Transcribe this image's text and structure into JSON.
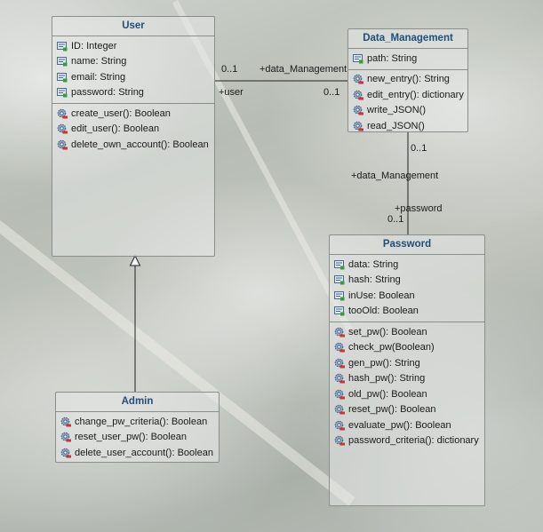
{
  "classes": {
    "user": {
      "name": "User",
      "attributes": [
        "ID: Integer",
        "name: String",
        "email: String",
        "password: String"
      ],
      "methods": [
        "create_user(): Boolean",
        "edit_user(): Boolean",
        "delete_own_account(): Boolean"
      ]
    },
    "data_management": {
      "name": "Data_Management",
      "attributes": [
        "path: String"
      ],
      "methods": [
        "new_entry(): String",
        "edit_entry(): dictionary",
        "write_JSON()",
        "read_JSON()"
      ]
    },
    "password": {
      "name": "Password",
      "attributes": [
        "data: String",
        "hash: String",
        "inUse: Boolean",
        "tooOld: Boolean"
      ],
      "methods": [
        "set_pw(): Boolean",
        "check_pw(Boolean)",
        "gen_pw(): String",
        "hash_pw(): String",
        "old_pw(): Boolean",
        "reset_pw(): Boolean",
        "evaluate_pw(): Boolean",
        "password_criteria(): dictionary"
      ]
    },
    "admin": {
      "name": "Admin",
      "attributes": [],
      "methods": [
        "change_pw_criteria(): Boolean",
        "reset_user_pw(): Boolean",
        "delete_user_account(): Boolean"
      ]
    }
  },
  "associations": {
    "user_dm": {
      "user_end_multiplicity": "0..1",
      "user_end_role": "+user",
      "dm_end_multiplicity": "0..1",
      "dm_end_role": "+data_Management"
    },
    "dm_pw": {
      "dm_end_multiplicity": "0..1",
      "dm_end_role": "+data_Management",
      "pw_end_role": "+password",
      "pw_end_multiplicity": "0..1"
    }
  },
  "icons": {
    "attribute": "field-icon",
    "method": "gear-method-icon"
  }
}
